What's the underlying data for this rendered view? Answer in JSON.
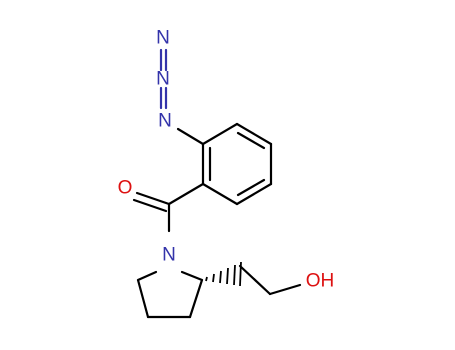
{
  "colors": {
    "bond": "#000000",
    "nitrogen": "#3333aa",
    "oxygen": "#dd1111"
  },
  "atoms": {
    "azide_n_terminal": "N",
    "azide_n_central": "N",
    "azide_n_attached": "N",
    "carbonyl_o": "O",
    "ring_n": "N",
    "hydroxyl": "OH"
  }
}
